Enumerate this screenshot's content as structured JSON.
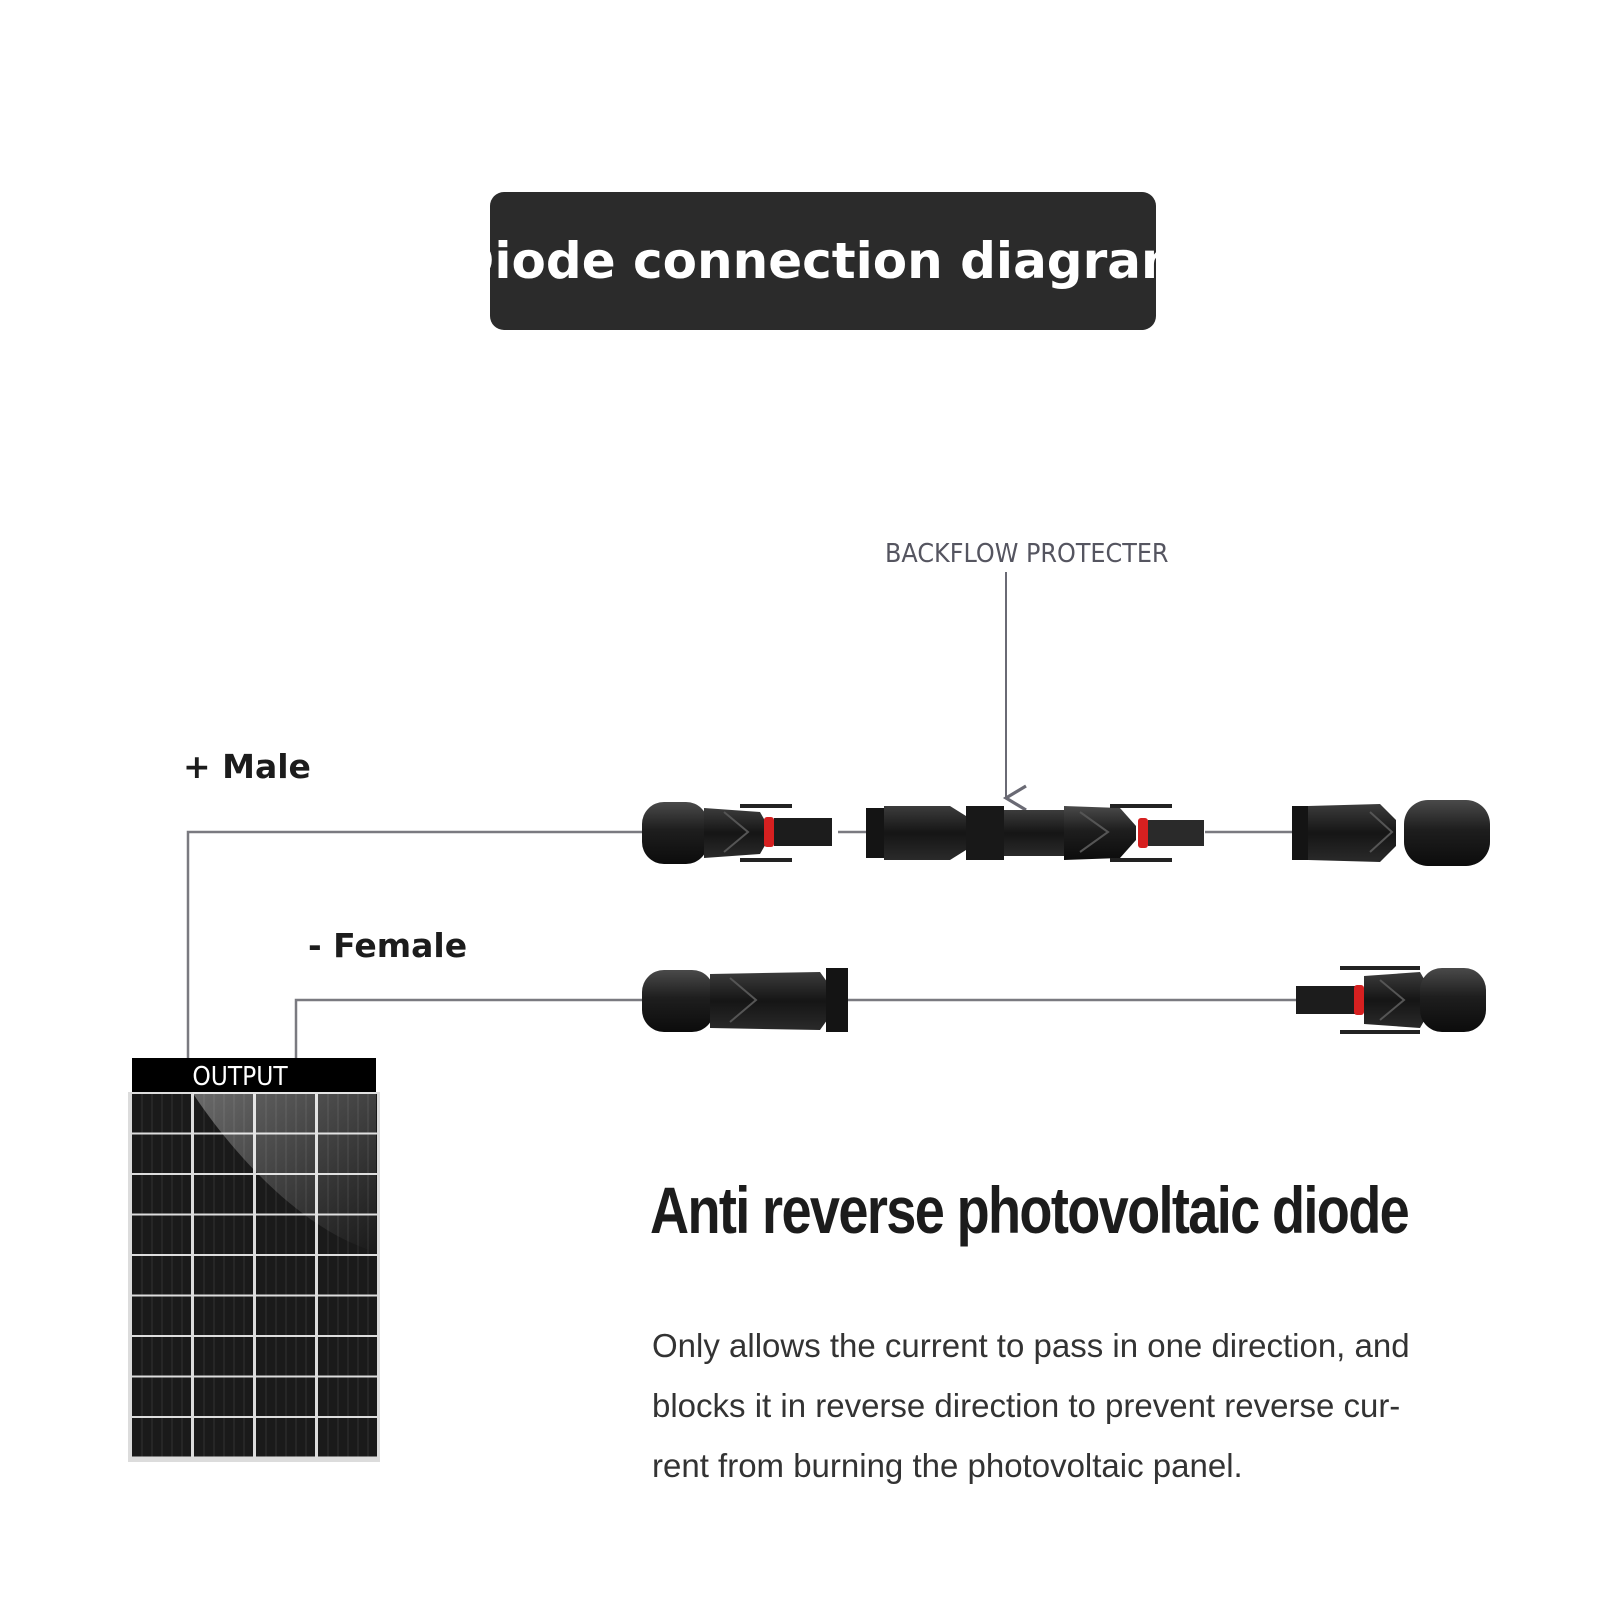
{
  "title": "Diode connection diagram",
  "labels": {
    "male": "+ Male",
    "female": "- Female",
    "backflow": "BACKFLOW PROTECTER",
    "output": "OUTPUT"
  },
  "heading": "Anti reverse photovoltaic diode",
  "description_lines": [
    "Only allows the current to pass in one direction, and",
    "blocks it in reverse direction to prevent reverse cur-",
    "rent from burning the photovoltaic panel."
  ],
  "colors": {
    "title_bg": "#2b2b2b",
    "wire": "#7a7a80",
    "connector": "#1e1e1e",
    "accent_ring": "#d62020",
    "panel_cell": "#1a1a1a"
  },
  "icons": [
    "solar-panel-icon",
    "male-connector-icon",
    "female-connector-icon",
    "diode-connector-icon"
  ]
}
